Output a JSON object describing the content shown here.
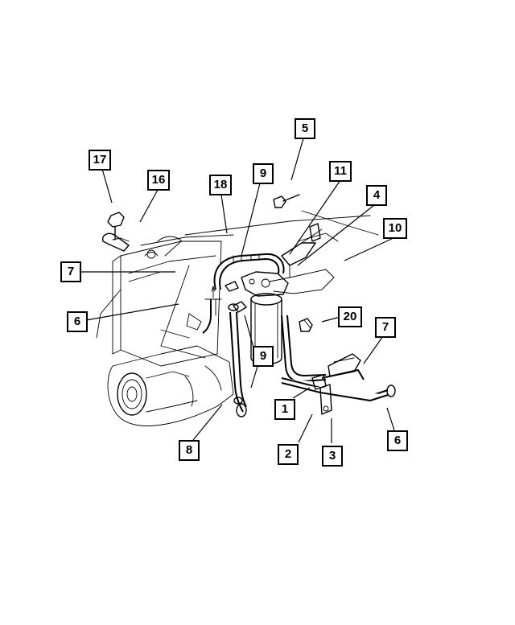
{
  "callouts": [
    {
      "id": "c1",
      "text": "1"
    },
    {
      "id": "c2",
      "text": "2"
    },
    {
      "id": "c3",
      "text": "3"
    },
    {
      "id": "c4",
      "text": "4"
    },
    {
      "id": "c5",
      "text": "5"
    },
    {
      "id": "c6a",
      "text": "6"
    },
    {
      "id": "c6b",
      "text": "6"
    },
    {
      "id": "c7a",
      "text": "7"
    },
    {
      "id": "c7b",
      "text": "7"
    },
    {
      "id": "c8",
      "text": "8"
    },
    {
      "id": "c9a",
      "text": "9"
    },
    {
      "id": "c9b",
      "text": "9"
    },
    {
      "id": "c10",
      "text": "10"
    },
    {
      "id": "c11",
      "text": "11"
    },
    {
      "id": "c16",
      "text": "16"
    },
    {
      "id": "c17",
      "text": "17"
    },
    {
      "id": "c18",
      "text": "18"
    },
    {
      "id": "c20",
      "text": "20"
    }
  ],
  "colors": {
    "ink": "#000000",
    "paper": "#ffffff"
  }
}
